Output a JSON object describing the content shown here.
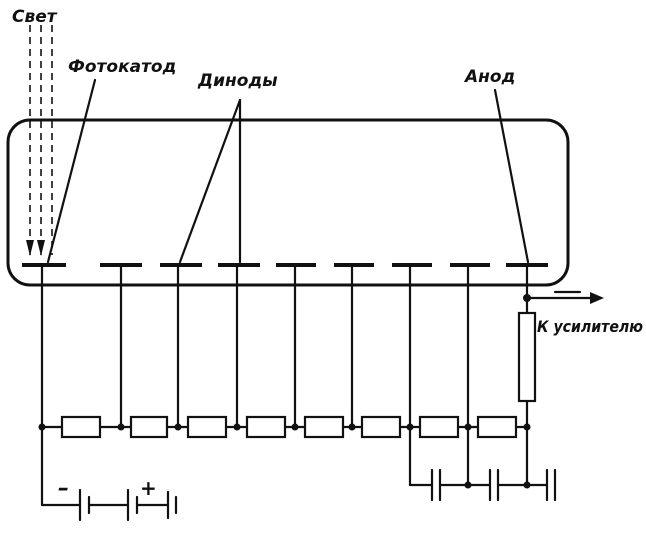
{
  "labels": {
    "light": "Свет",
    "photocathode": "Фотокатод",
    "dynodes": "Диноды",
    "anode": "Анод",
    "to_amplifier": "К усилителю",
    "minus": "–",
    "plus": "+"
  }
}
